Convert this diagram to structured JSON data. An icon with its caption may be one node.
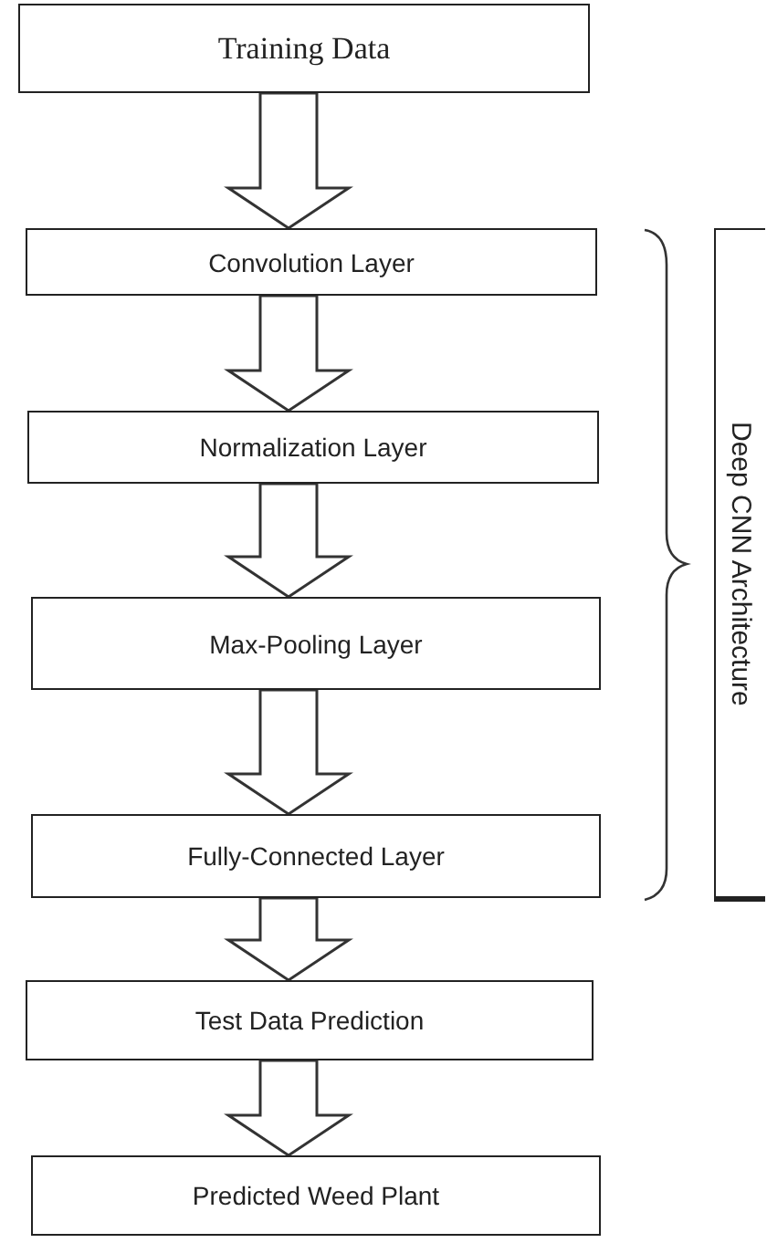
{
  "diagram": {
    "nodes": [
      {
        "text": [
          "Training Data"
        ]
      },
      {
        "text": [
          "Convolution Layer"
        ]
      },
      {
        "text": [
          "Normalization Layer"
        ]
      },
      {
        "text": [
          "Max-Pooling Layer"
        ]
      },
      {
        "text": [
          "Fully-Connected Layer"
        ]
      },
      {
        "text": [
          "Test Data Prediction"
        ]
      },
      {
        "text": [
          "Predicted Weed Plant"
        ]
      },
      {
        "text": [
          "Deep CNN Architecture"
        ]
      }
    ],
    "edges": [
      {
        "from": 0,
        "to": 1,
        "arrow": "to"
      },
      {
        "from": 1,
        "to": 2,
        "arrow": "to"
      },
      {
        "from": 2,
        "to": 3,
        "arrow": "to"
      },
      {
        "from": 3,
        "to": 4,
        "arrow": "to"
      },
      {
        "from": 4,
        "to": 5,
        "arrow": "to"
      },
      {
        "from": 5,
        "to": 6,
        "arrow": "to"
      }
    ]
  }
}
